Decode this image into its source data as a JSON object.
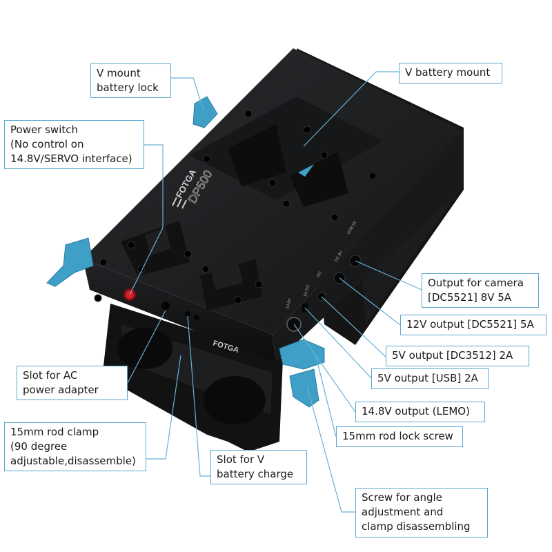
{
  "device": {
    "brand_top": "FOTGA",
    "model": "DP500",
    "brand_front": "FOTGA",
    "ports": [
      "14.8V",
      "5V DC",
      "DC",
      "DC 8V",
      "USB 5V"
    ]
  },
  "colors": {
    "leader": "#6ab0d6",
    "label_border": "#5aa7cf",
    "knob": "#3f9fc6",
    "body": "#1c1d1f"
  },
  "callouts": {
    "vmount_lock": "V mount\nbattery lock",
    "vbattery_mount": "V battery mount",
    "power_switch": "Power switch\n(No control on\n14.8V/SERVO interface)",
    "output_camera": "Output for camera\n[DC5521] 8V 5A",
    "out_12v": "12V output [DC5521] 5A",
    "out_5v_dc": "5V output [DC3512] 2A",
    "out_5v_usb": "5V output [USB] 2A",
    "out_148v": "14.8V output (LEMO)",
    "rod_lock": "15mm rod lock screw",
    "ac_slot": "Slot for AC\npower adapter",
    "rod_clamp": "15mm rod clamp\n(90 degree\nadjustable,disassemble)",
    "vbatt_charge": "Slot for V\nbattery charge",
    "angle_screw": "Screw for angle\nadjustment and\nclamp disassembling"
  }
}
